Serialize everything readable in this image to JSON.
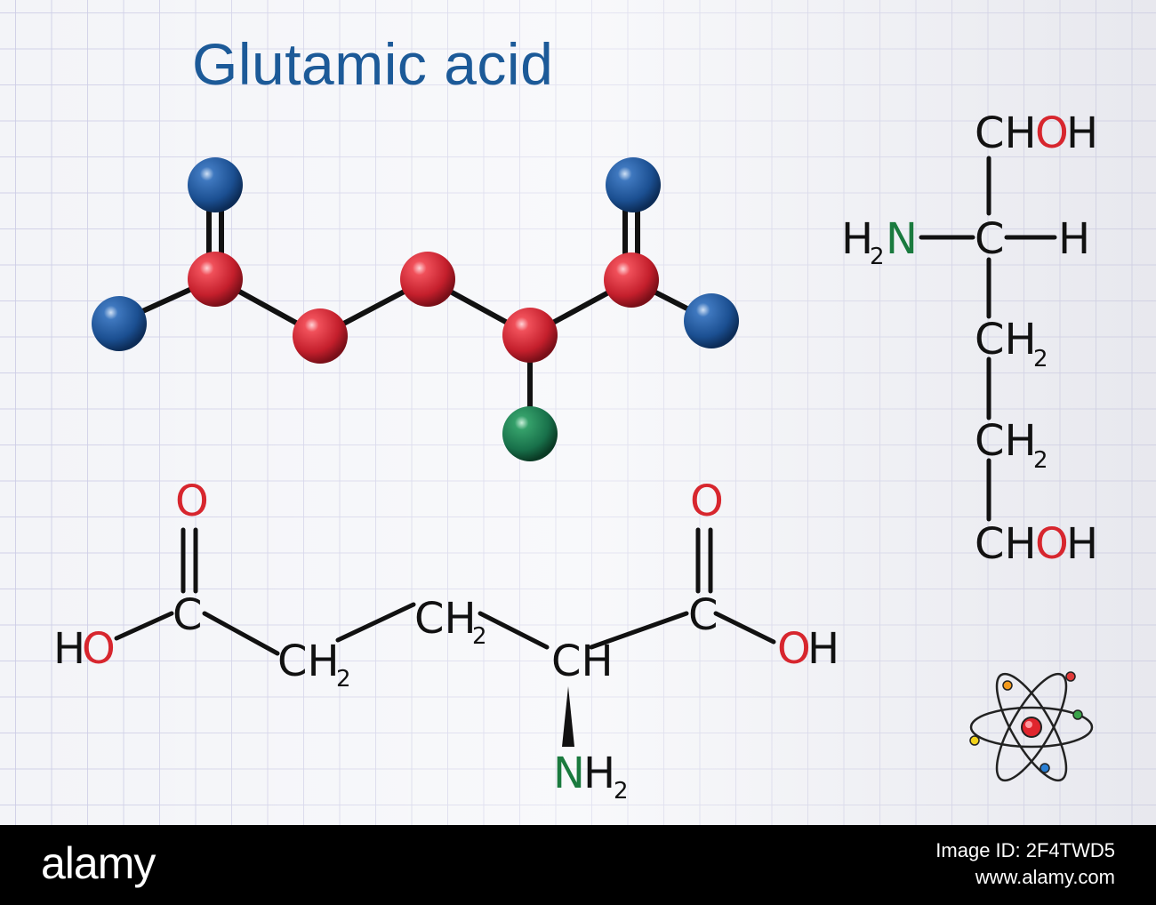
{
  "title": "Glutamic acid",
  "colors": {
    "title": "#1c5a98",
    "carbon_atom": "#d7303a",
    "oxygen_atom": "#1f5a9c",
    "nitrogen_atom": "#207a48",
    "bond": "#111111",
    "oxygen_text": "#d7262e",
    "nitrogen_text": "#1a7a3e"
  },
  "skeletal_formula": {
    "o_left": "O",
    "c_left": "C",
    "h_left": "H",
    "o_left_hydroxyl": "O",
    "ch2_a": "CH",
    "ch2_a_sub": "2",
    "ch2_b": "CH",
    "ch2_b_sub": "2",
    "ch_center": "CH",
    "c_right": "C",
    "o_right": "O",
    "o_right_hydroxyl": "O",
    "h_right": "H",
    "n_amine": "N",
    "h_amine": "H",
    "h_amine_sub": "2"
  },
  "fischer_formula": {
    "top_c": "CH",
    "top_o": "O",
    "top_h": "H",
    "h2": "H",
    "h2_sub": "2",
    "n": "N",
    "c_center": "C",
    "h_right": "H",
    "ch2_1": "CH",
    "ch2_1_sub": "2",
    "ch2_2": "CH",
    "ch2_2_sub": "2",
    "bottom_c": "CH",
    "bottom_o": "O",
    "bottom_h": "H"
  },
  "footer": {
    "brand": "alamy",
    "image_id": "Image ID: 2F4TWD5",
    "site": "www.alamy.com"
  }
}
